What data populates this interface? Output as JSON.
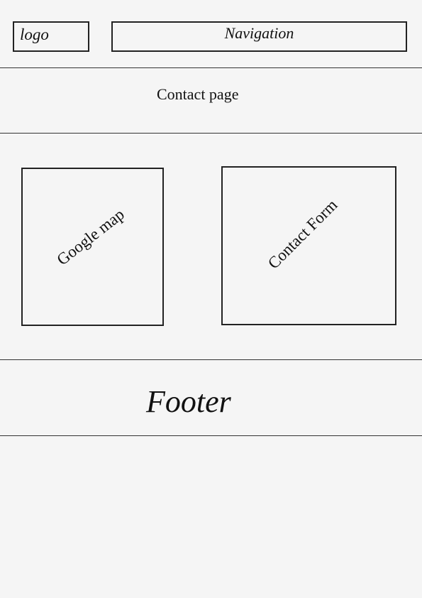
{
  "header": {
    "logo_label": "logo",
    "navigation_label": "Navigation"
  },
  "page_title": "Contact page",
  "content": {
    "map_label": "Google map",
    "form_label": "Contact Form"
  },
  "footer": {
    "label": "Footer"
  }
}
